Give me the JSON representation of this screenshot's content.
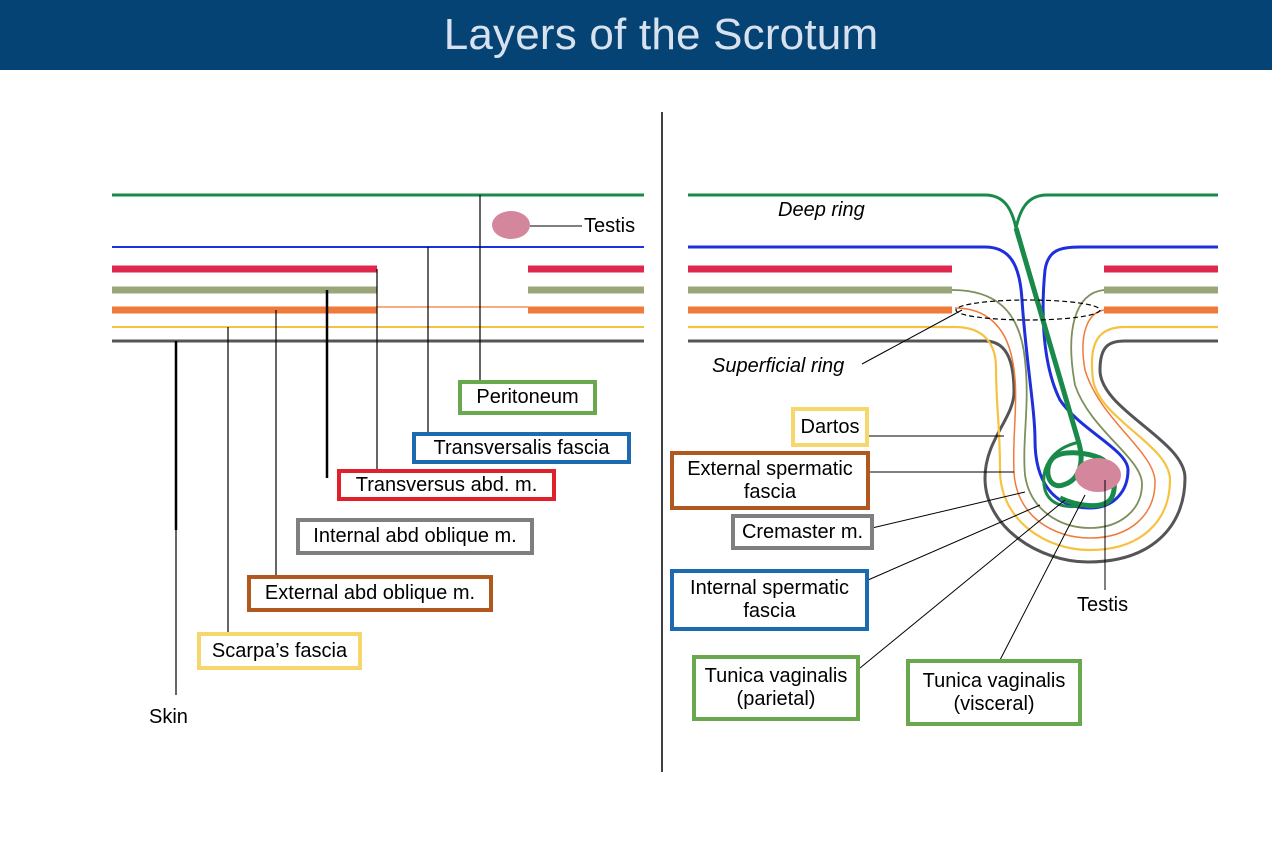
{
  "title": "Layers of the Scrotum",
  "colors": {
    "header_bg": "#064375",
    "peritoneum": "#1a8a4a",
    "transversalis": "#1f2fdc",
    "transversus": "#e0284e",
    "internal_oblique": "#9aa57a",
    "external_oblique": "#f07a3a",
    "scarpa": "#f5c242",
    "skin": "#555555",
    "testis": "#d4879c"
  },
  "left_panel": {
    "testis_label": "Testis",
    "skin_label": "Skin",
    "boxes": {
      "peritoneum": {
        "text": "Peritoneum",
        "border": "#6aa84f"
      },
      "transversalis": {
        "text": "Transversalis fascia",
        "border": "#1c6bb0"
      },
      "transversus": {
        "text": "Transversus abd. m.",
        "border": "#e0202a"
      },
      "internal_oblique": {
        "text": "Internal abd oblique m.",
        "border": "#7f7f7f"
      },
      "external_oblique": {
        "text": "External abd oblique m.",
        "border": "#b0581e"
      },
      "scarpa": {
        "text": "Scarpa’s fascia",
        "border": "#f5d76e"
      }
    }
  },
  "right_panel": {
    "deep_ring": "Deep ring",
    "superficial_ring": "Superficial ring",
    "testis_label": "Testis",
    "boxes": {
      "dartos": {
        "text": "Dartos",
        "border": "#f5d76e"
      },
      "external_spermatic": {
        "text": "External spermatic fascia",
        "border": "#b0581e"
      },
      "cremaster": {
        "text": "Cremaster m.",
        "border": "#7f7f7f"
      },
      "internal_spermatic": {
        "text": "Internal spermatic fascia",
        "border": "#1c6bb0"
      },
      "tv_parietal": {
        "text": "Tunica vaginalis (parietal)",
        "border": "#6aa84f"
      },
      "tv_visceral": {
        "text": "Tunica vaginalis (visceral)",
        "border": "#6aa84f"
      }
    }
  }
}
